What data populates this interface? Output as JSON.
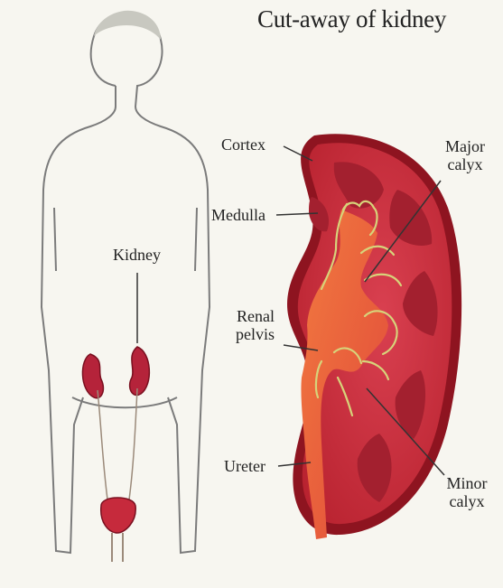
{
  "title": "Cut-away of kidney",
  "labels": {
    "kidney": "Kidney",
    "cortex": "Cortex",
    "medulla": "Medulla",
    "major_calyx_line1": "Major",
    "major_calyx_line2": "calyx",
    "renal_pelvis_line1": "Renal",
    "renal_pelvis_line2": "pelvis",
    "ureter": "Ureter",
    "minor_calyx_line1": "Minor",
    "minor_calyx_line2": "calyx"
  },
  "colors": {
    "background": "#f7f6f0",
    "kidney_outer": "#8e1420",
    "kidney_tissue": "#c92e3b",
    "pyramid": "#a3202f",
    "pelvis": "#ea5a3a",
    "calyx_outline": "#d7d37a"
  }
}
